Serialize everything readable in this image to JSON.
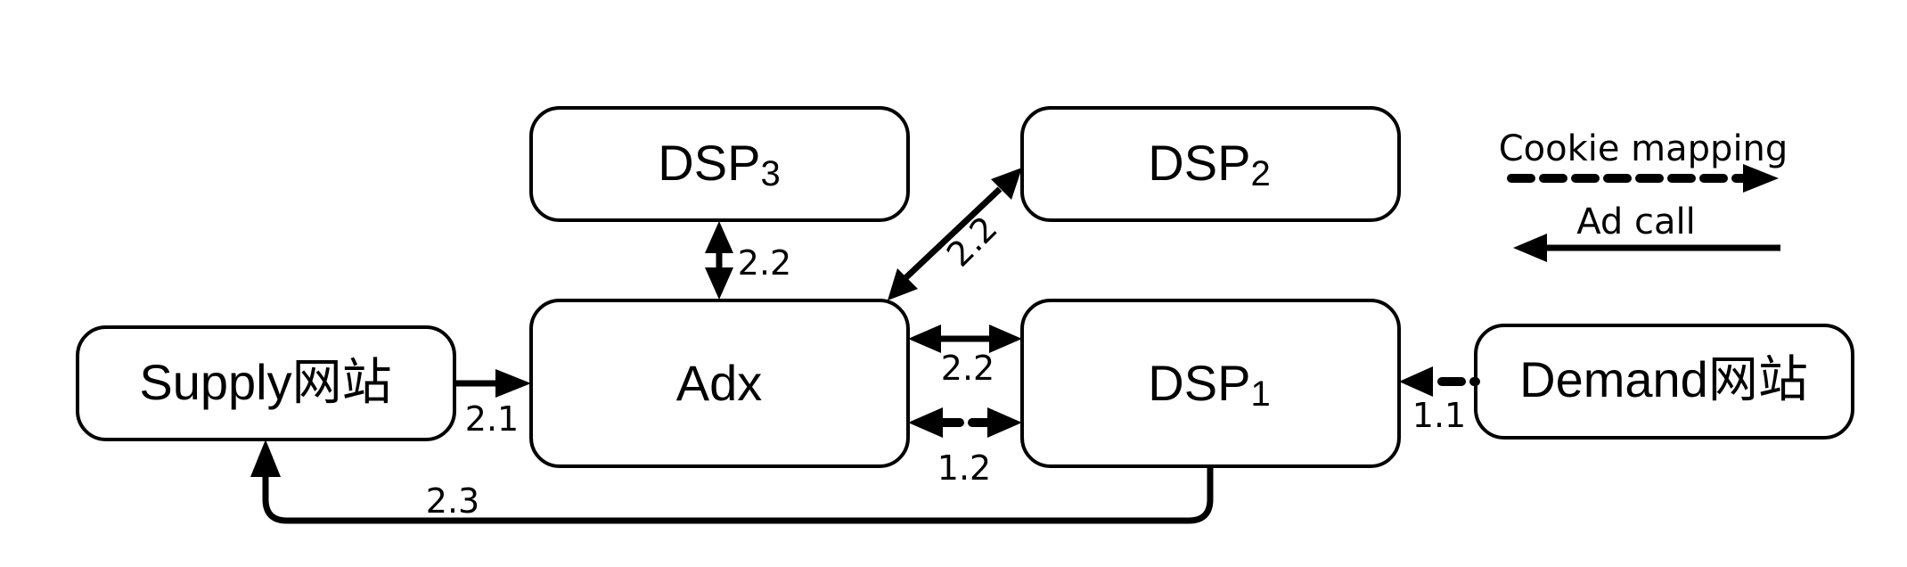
{
  "nodes": {
    "supply": {
      "label": "Supply网站"
    },
    "adx": {
      "label": "Adx"
    },
    "dsp1": {
      "label": "DSP",
      "sub": "1"
    },
    "dsp2": {
      "label": "DSP",
      "sub": "2"
    },
    "dsp3": {
      "label": "DSP",
      "sub": "3"
    },
    "demand": {
      "label": "Demand网站"
    }
  },
  "edges": {
    "supply_adx": "2.1",
    "adx_dsp3": "2.2",
    "adx_dsp2": "2.2",
    "adx_dsp1_adcall": "2.2",
    "adx_dsp1_cookie": "1.2",
    "demand_dsp1": "1.1",
    "dsp1_supply": "2.3"
  },
  "legend": {
    "cookie_mapping": "Cookie mapping",
    "ad_call": "Ad call"
  }
}
